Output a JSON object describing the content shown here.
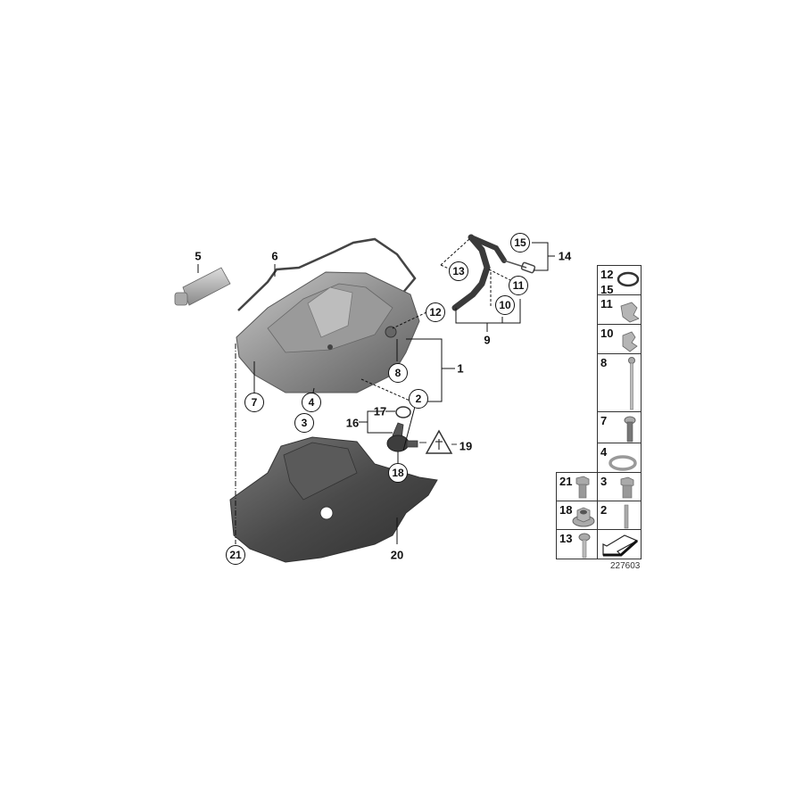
{
  "diagram": {
    "id_label": "227603",
    "callouts": {
      "c1": "1",
      "c2": "2",
      "c3": "3",
      "c4": "4",
      "c5": "5",
      "c6": "6",
      "c7": "7",
      "c8": "8",
      "c9": "9",
      "c10": "10",
      "c11": "11",
      "c12a": "12",
      "c13": "13",
      "c14": "14",
      "c15": "15",
      "c16": "16",
      "c17": "17",
      "c18": "18",
      "c19": "19",
      "c20": "20",
      "c21": "21"
    },
    "legend": [
      {
        "nums": [
          "12",
          "15"
        ],
        "part": "o-ring"
      },
      {
        "nums": [
          "11"
        ],
        "part": "clip"
      },
      {
        "nums": [
          "10"
        ],
        "part": "clip"
      },
      {
        "nums": [
          "8"
        ],
        "part": "long-bolt"
      },
      {
        "nums": [
          "7"
        ],
        "part": "flange-bolt"
      },
      {
        "nums": [
          "4"
        ],
        "part": "sealing-ring"
      },
      {
        "nums": [
          "21"
        ],
        "part": "hex-bolt"
      },
      {
        "nums": [
          "3"
        ],
        "part": "drain-plug"
      },
      {
        "nums": [
          "18"
        ],
        "part": "flange-nut"
      },
      {
        "nums": [
          "2"
        ],
        "part": "stud"
      },
      {
        "nums": [
          "13"
        ],
        "part": "screw"
      },
      {
        "nums": [],
        "part": "direction-arrow"
      }
    ]
  }
}
